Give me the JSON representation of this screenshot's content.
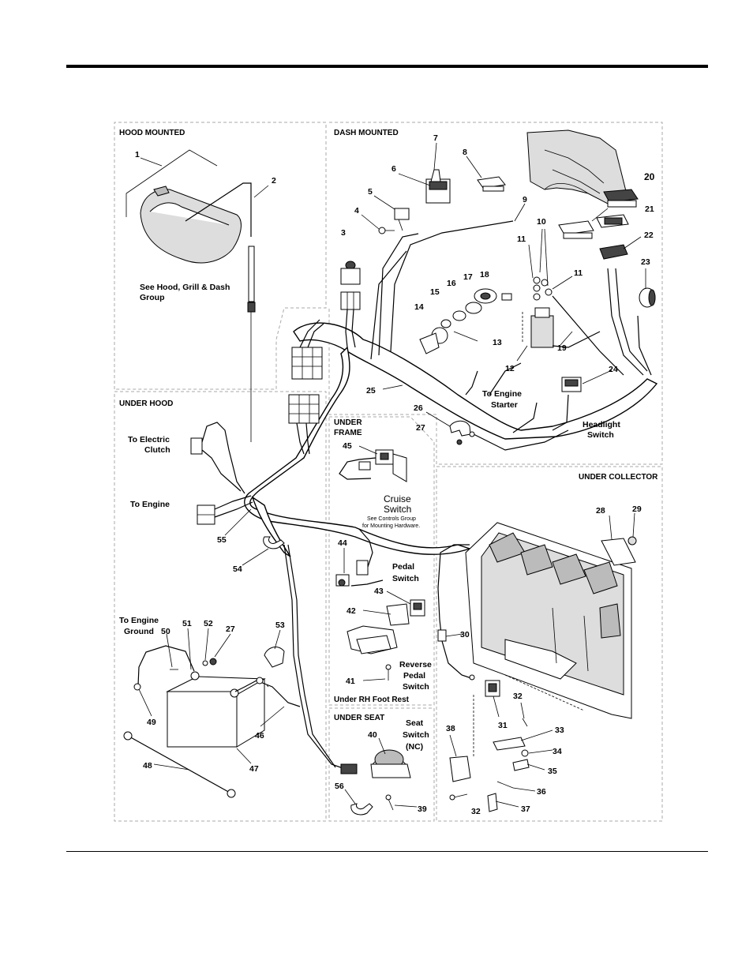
{
  "sections": {
    "hood_mounted": "HOOD MOUNTED",
    "dash_mounted": "DASH MOUNTED",
    "under_hood": "UNDER HOOD",
    "under_frame": [
      "UNDER",
      "FRAME"
    ],
    "under_collector": "UNDER COLLECTOR",
    "under_seat": "UNDER SEAT",
    "under_rh_foot_rest": "Under RH Foot Rest"
  },
  "notes": {
    "hood_ref": [
      "See Hood, Grill & Dash",
      "Group"
    ],
    "to_engine_starter": [
      "To Engine",
      "Starter"
    ],
    "headlight_switch": [
      "Headlight",
      "Switch"
    ],
    "to_electric_clutch": [
      "To Electric",
      "Clutch"
    ],
    "to_engine": "To Engine",
    "cruise_switch": [
      "Cruise",
      "Switch"
    ],
    "controls_ref": [
      "See Controls Group",
      "for Mounting Hardware."
    ],
    "pedal_switch": [
      "Pedal",
      "Switch"
    ],
    "reverse_pedal_switch": [
      "Reverse",
      "Pedal",
      "Switch"
    ],
    "to_engine_ground": [
      "To Engine",
      "Ground"
    ],
    "seat_switch": [
      "Seat",
      "Switch",
      "(NC)"
    ]
  },
  "callouts": [
    "1",
    "2",
    "3",
    "4",
    "5",
    "6",
    "7",
    "8",
    "9",
    "10",
    "11",
    "11",
    "12",
    "13",
    "14",
    "15",
    "16",
    "17",
    "18",
    "19",
    "20",
    "21",
    "22",
    "23",
    "24",
    "25",
    "26",
    "27",
    "27",
    "28",
    "29",
    "30",
    "31",
    "32",
    "32",
    "33",
    "34",
    "35",
    "36",
    "37",
    "38",
    "39",
    "40",
    "41",
    "42",
    "43",
    "44",
    "45",
    "46",
    "47",
    "48",
    "49",
    "50",
    "51",
    "52",
    "53",
    "54",
    "55",
    "56"
  ]
}
